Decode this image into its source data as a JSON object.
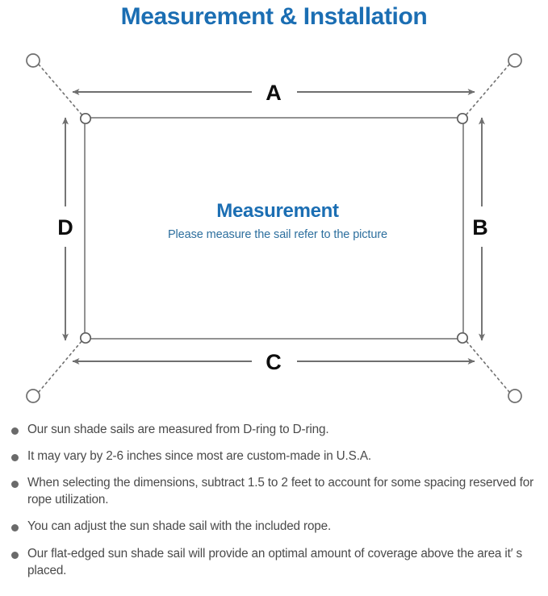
{
  "header": {
    "title": "Measurement & Installation",
    "title_color": "#1b6eb3"
  },
  "diagram": {
    "sail_title": "Measurement",
    "sail_subtitle": "Please measure the sail refer to the picture",
    "sail_title_color": "#1b6eb3",
    "sail_subtitle_color": "#2d6f9e",
    "line_color": "#6f6f6f",
    "sail_border_color": "#6f6f6f",
    "dimension_labels": {
      "top": "A",
      "right": "B",
      "bottom": "C",
      "left": "D"
    },
    "icons": {
      "anchor_ring": "anchor-ring-icon",
      "d_ring": "d-ring-icon",
      "rope": "dotted-rope-line",
      "arrow": "double-headed-arrow"
    }
  },
  "notes": {
    "items": [
      "Our sun shade sails are measured from D-ring to D-ring.",
      "It may vary by 2-6 inches since most are custom-made in U.S.A.",
      "When selecting the dimensions, subtract 1.5 to 2 feet to account for some spacing reserved for rope utilization.",
      "You can adjust the sun shade sail with the included rope.",
      "Our flat-edged sun shade sail will provide an optimal amount of coverage above the area it′ s placed."
    ],
    "bullet_color": "#6a6a6a",
    "text_color": "#4a4a4a"
  }
}
